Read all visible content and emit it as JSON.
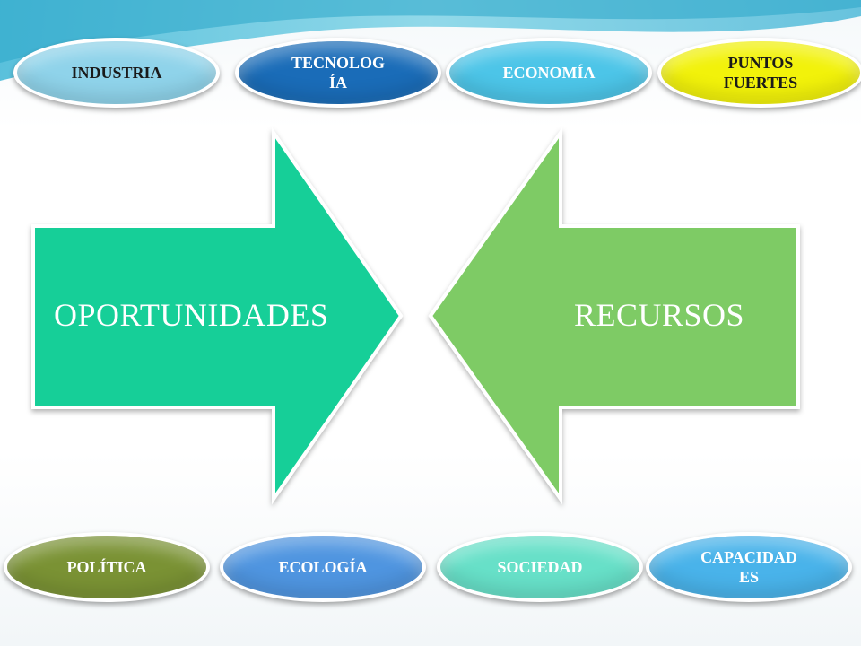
{
  "top_pills": [
    {
      "label": "INDUSTRIA",
      "color": "#8fd3ea",
      "text_color": "#1a1a1a"
    },
    {
      "label": "TECNOLOG\nÍA",
      "color": "#1a6cb8",
      "text_color": "#ffffff"
    },
    {
      "label": "ECONOMÍA",
      "color": "#4cc5e8",
      "text_color": "#ffffff"
    },
    {
      "label": "PUNTOS\nFUERTES",
      "color": "#f2f20a",
      "text_color": "#1a1a1a"
    }
  ],
  "bottom_pills": [
    {
      "label": "POLÍTICA",
      "color": "#7a9234",
      "text_color": "#ffffff"
    },
    {
      "label": "ECOLOGÍA",
      "color": "#4f95e0",
      "text_color": "#ffffff"
    },
    {
      "label": "SOCIEDAD",
      "color": "#67e0c8",
      "text_color": "#ffffff"
    },
    {
      "label": "CAPACIDAD\nES",
      "color": "#49b3ea",
      "text_color": "#ffffff"
    }
  ],
  "arrows": {
    "left": {
      "label": "OPORTUNIDADES",
      "color": "#15cf98"
    },
    "right": {
      "label": "RECURSOS",
      "color": "#7ecb65"
    }
  }
}
